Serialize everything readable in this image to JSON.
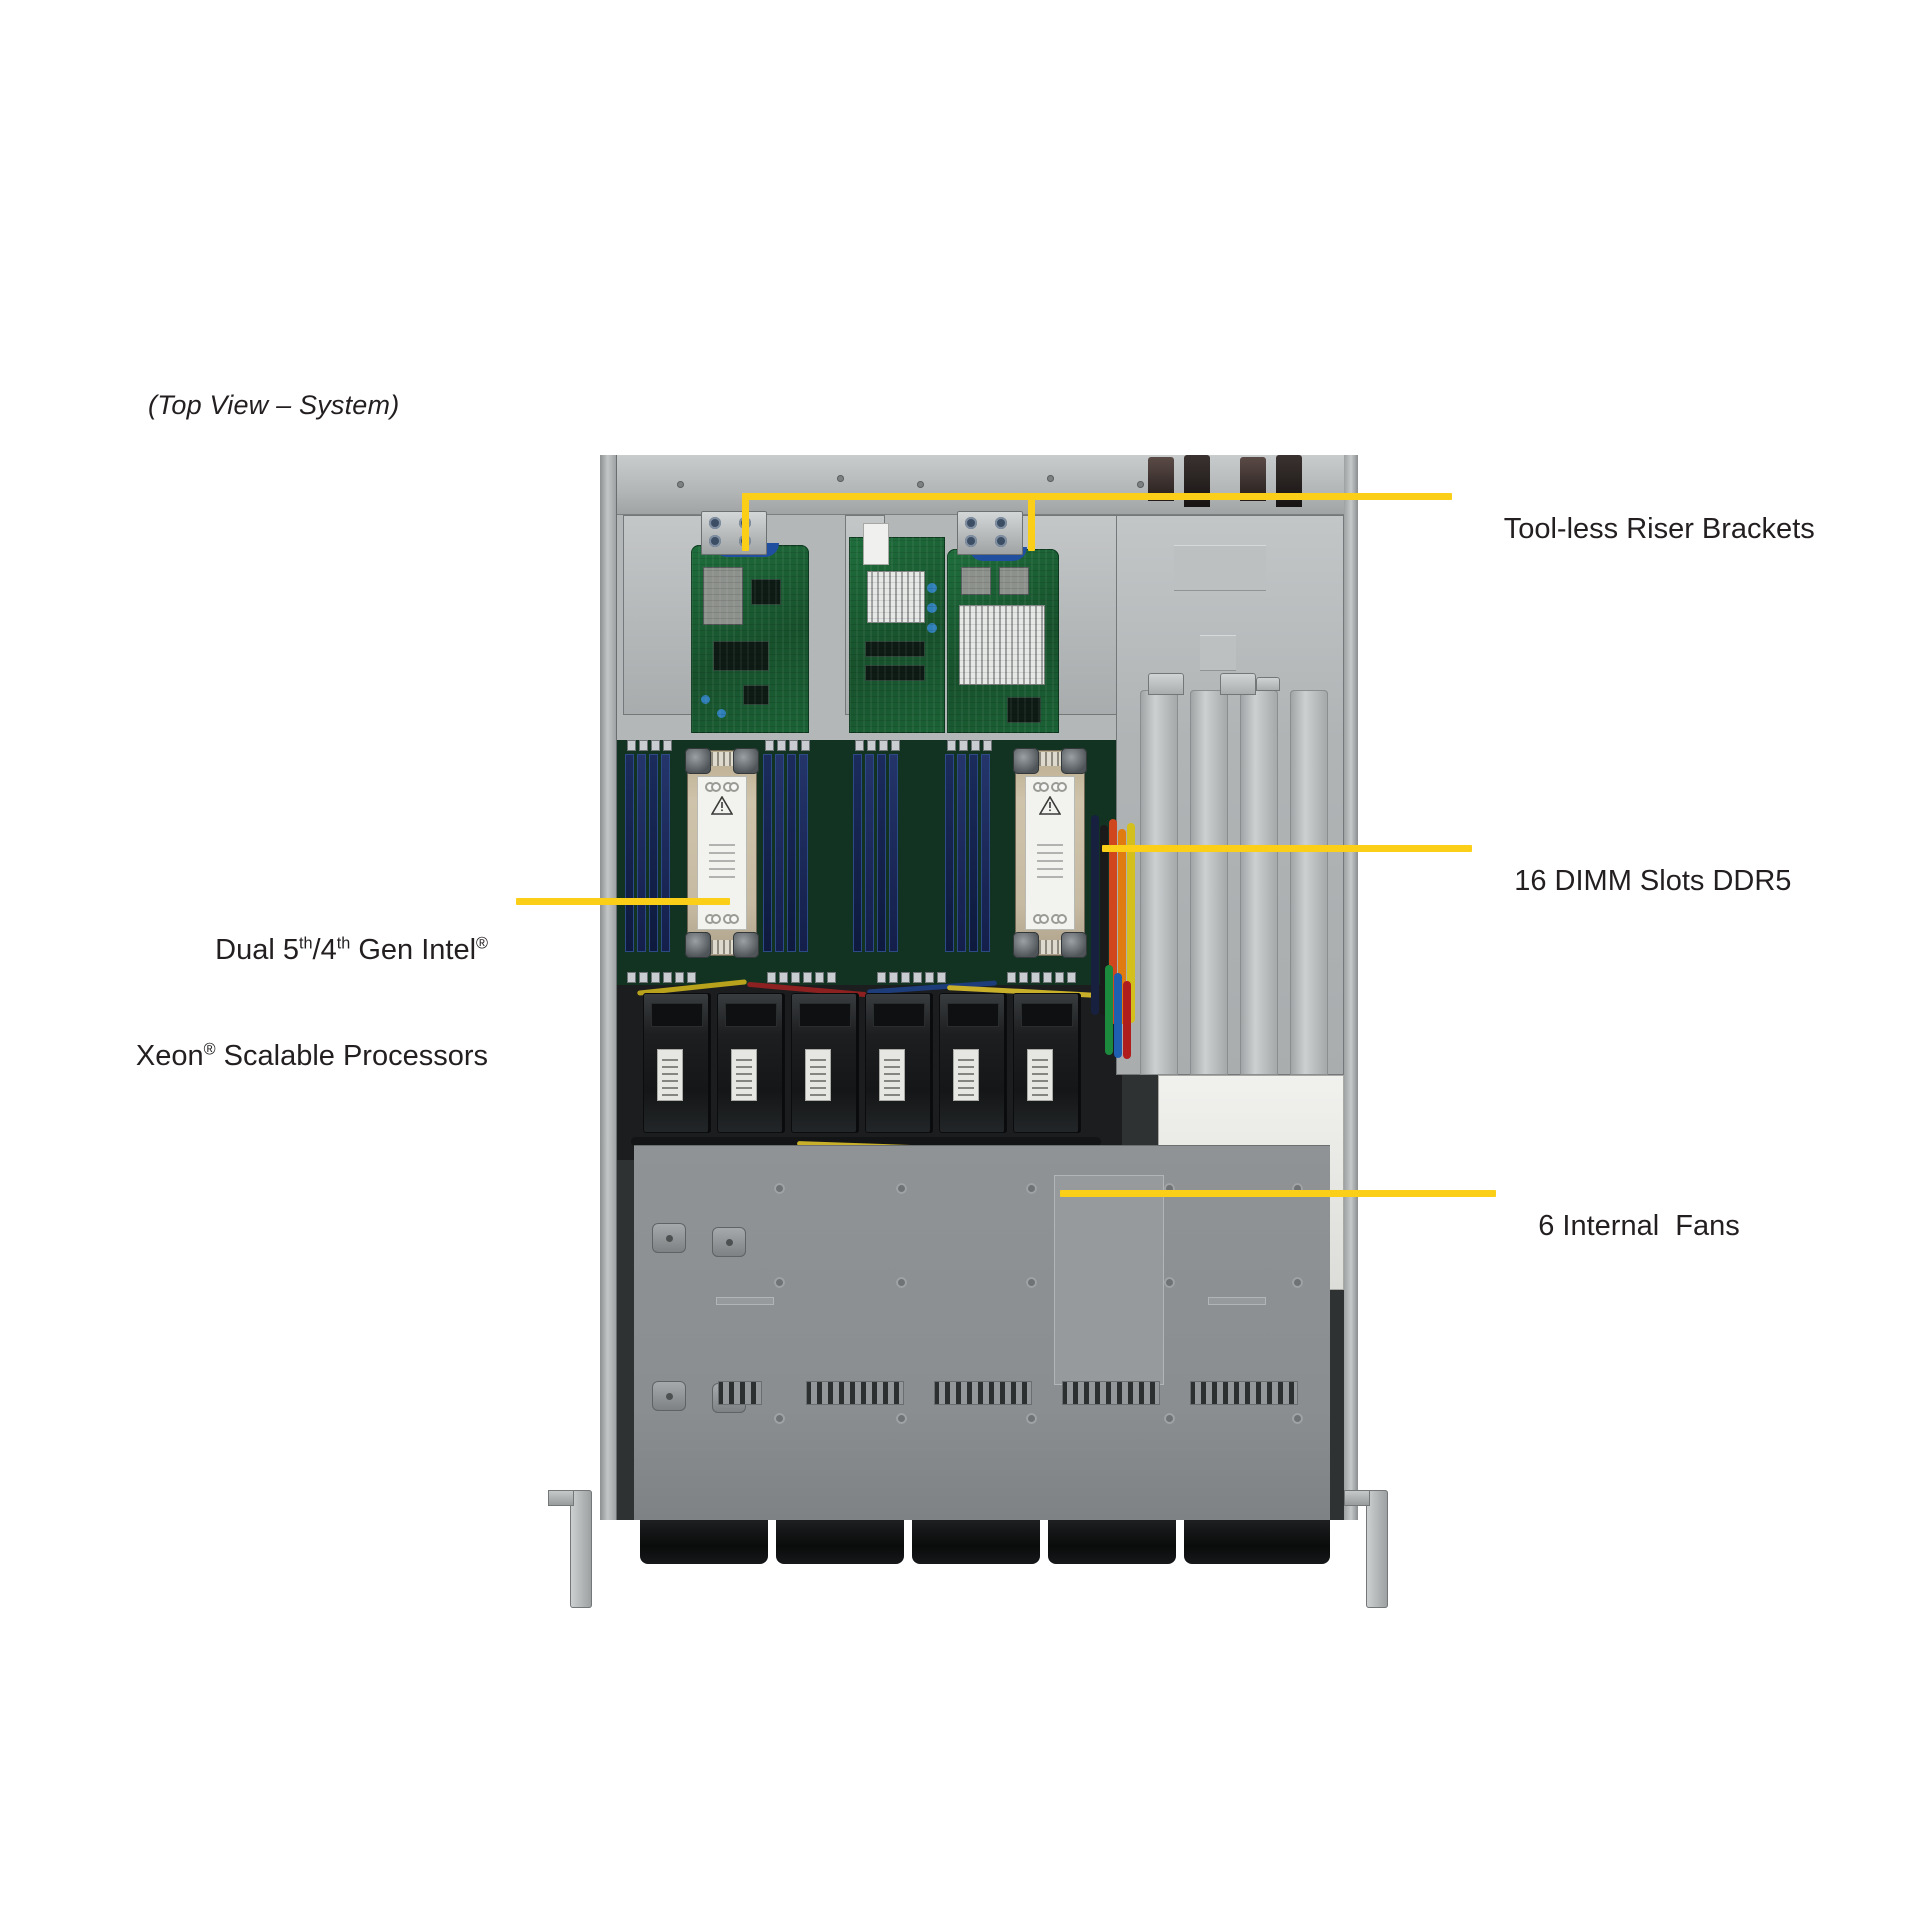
{
  "view": {
    "title": "(Top View – System)"
  },
  "accent_color": "#fbcf18",
  "callouts": [
    {
      "id": "tool-less-riser-brackets",
      "label": "Tool-less Riser Brackets",
      "side": "right"
    },
    {
      "id": "dimm-slots",
      "label": "16 DIMM Slots DDR5",
      "side": "right"
    },
    {
      "id": "internal-fans",
      "label": "6 Internal  Fans",
      "side": "right"
    },
    {
      "id": "processors",
      "label_line1_a": "Dual 5",
      "label_line1_sup1": "th",
      "label_line1_b": "/4",
      "label_line1_sup2": "th",
      "label_line1_c": " Gen Intel",
      "label_line1_sup3": "®",
      "label_line2_a": "Xeon",
      "label_line2_sup1": "®",
      "label_line2_b": " Scalable Processors",
      "side": "left"
    }
  ],
  "components": {
    "riser_brackets": "tool-less-riser-bracket",
    "pcie_riser_cards": "pcie-riser-card",
    "cpu_heatsinks": "cpu-heatsink",
    "dimm_slots_count": 16,
    "fans_count": 6,
    "power_supply_bay": "power-supply-bay",
    "front_bay": "front-drive-bay",
    "rack_ears": "rack-ear-handle"
  }
}
